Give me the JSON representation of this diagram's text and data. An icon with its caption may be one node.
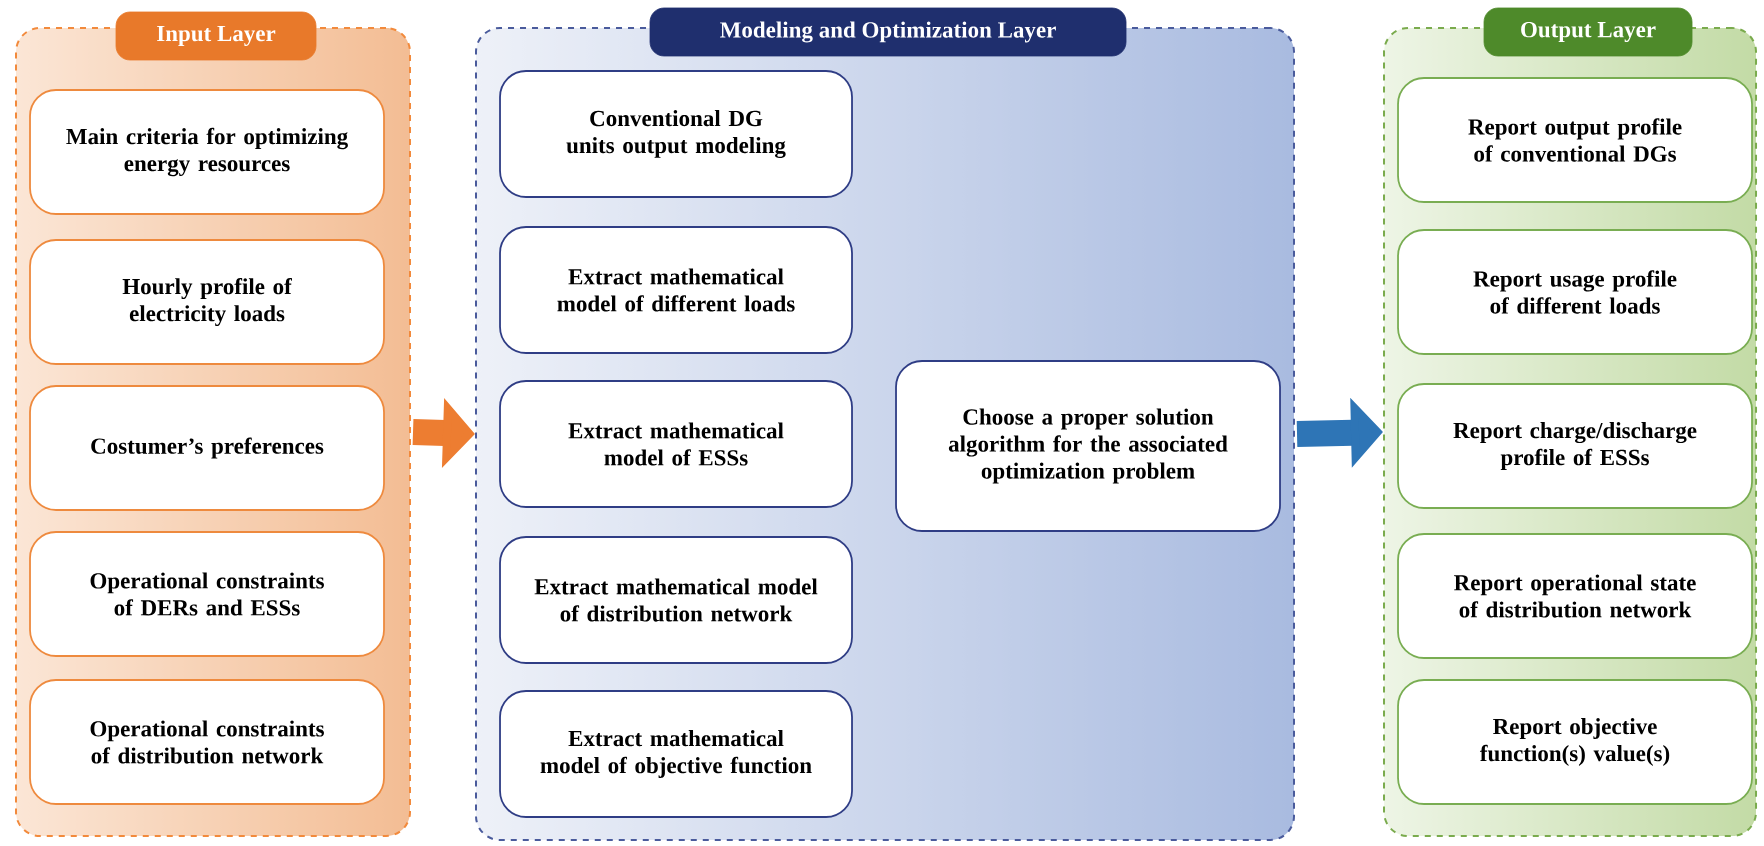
{
  "diagram": {
    "nodes": [
      {
        "text": [
          "Input Layer"
        ]
      },
      {
        "text": [
          "Main criteria for optimizing energy resources"
        ],
        "in": 0
      },
      {
        "text": [
          "Hourly profile of electricity loads"
        ],
        "in": 0
      },
      {
        "text": [
          "Costumer’s preferences"
        ],
        "in": 0
      },
      {
        "text": [
          "Operational constraints of DERs and ESSs"
        ],
        "in": 0
      },
      {
        "text": [
          "Operational constraints of distribution network"
        ],
        "in": 0
      },
      {
        "text": [
          "Modeling and Optimization Layer"
        ]
      },
      {
        "text": [
          "Conventional DG units output modeling"
        ],
        "in": 6
      },
      {
        "text": [
          "Extract mathematical model of different loads"
        ],
        "in": 6
      },
      {
        "text": [
          "Extract mathematical model of ESSs"
        ],
        "in": 6
      },
      {
        "text": [
          "Extract mathematical model of distribution network"
        ],
        "in": 6
      },
      {
        "text": [
          "Extract mathematical model of objective function"
        ],
        "in": 6
      },
      {
        "text": [
          "Choose a proper solution algorithm for the associated optimization problem"
        ],
        "in": 6
      },
      {
        "text": [
          "Output Layer"
        ]
      },
      {
        "text": [
          "Report output profile of conventional DGs"
        ],
        "in": 13
      },
      {
        "text": [
          "Report usage profile of different loads"
        ],
        "in": 13
      },
      {
        "text": [
          "Report charge/discharge profile of ESSs"
        ],
        "in": 13
      },
      {
        "text": [
          "Report operational state of distribution network"
        ],
        "in": 13
      },
      {
        "text": [
          "Report objective function(s) value(s)"
        ],
        "in": 13
      }
    ],
    "edges": [
      {
        "from": 0,
        "to": 6,
        "arrow": "to",
        "color": "#ed7d31"
      },
      {
        "from": 6,
        "to": 13,
        "arrow": "to",
        "color": "#2e75b6"
      }
    ]
  }
}
